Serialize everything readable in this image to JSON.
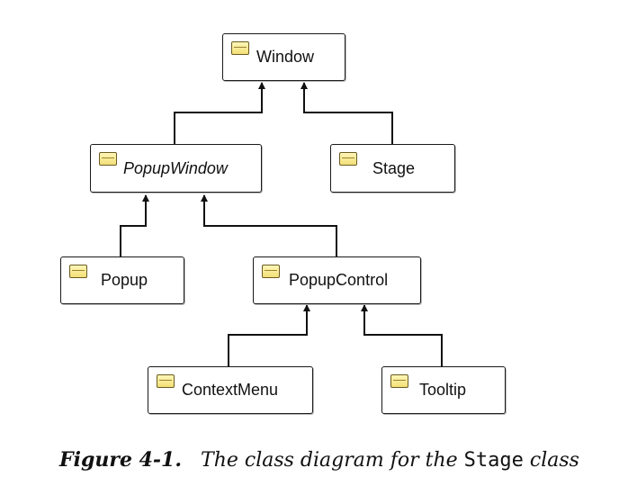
{
  "classes": {
    "window": "Window",
    "popup_window": "PopupWindow",
    "stage": "Stage",
    "popup": "Popup",
    "popup_control": "PopupControl",
    "context_menu": "ContextMenu",
    "tooltip": "Tooltip"
  },
  "inheritance": [
    {
      "child": "PopupWindow",
      "parent": "Window"
    },
    {
      "child": "Stage",
      "parent": "Window"
    },
    {
      "child": "Popup",
      "parent": "PopupWindow"
    },
    {
      "child": "PopupControl",
      "parent": "PopupWindow"
    },
    {
      "child": "ContextMenu",
      "parent": "PopupControl"
    },
    {
      "child": "Tooltip",
      "parent": "PopupControl"
    }
  ],
  "class_icon": "class-icon",
  "caption": {
    "number": "Figure 4-1.",
    "text_before": "The class diagram for the",
    "code": "Stage",
    "text_after": "class"
  }
}
